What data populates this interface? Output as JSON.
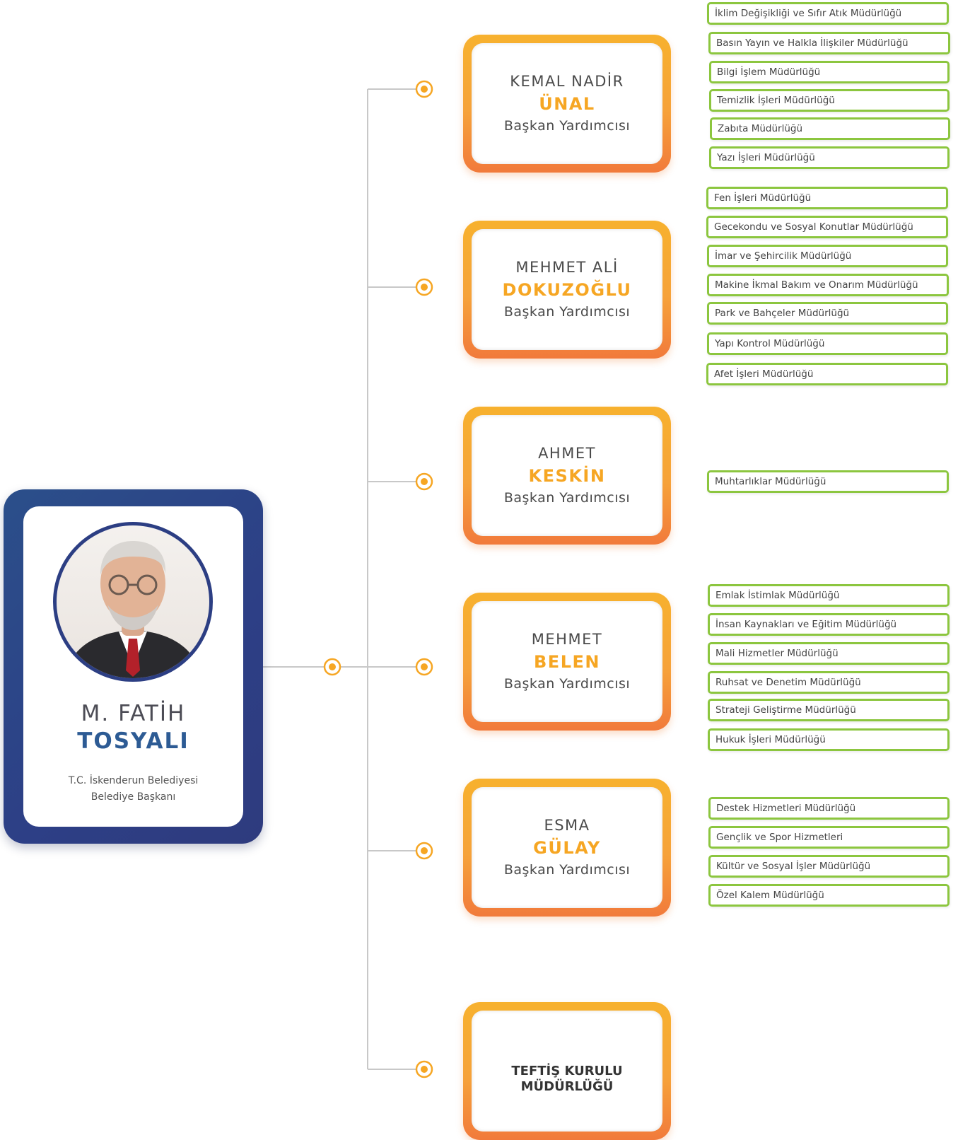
{
  "mayor": {
    "first_name": "M. FATİH",
    "last_name": "TOSYALI",
    "organization": "T.C. İskenderun Belediyesi",
    "role": "Belediye Başkanı"
  },
  "colors": {
    "connector_line": "#c8c8c8",
    "connector_node": "#f6a623",
    "mayor_frame": "#2d3f86",
    "deputy_frame": "#f6a623",
    "directorate_border": "#8cc63f",
    "name_highlight": "#f6a623",
    "mayor_surname": "#2d5b94"
  },
  "icons": {
    "connector": "orange-dot-node-icon",
    "avatar": "person-portrait-icon"
  },
  "deputies": [
    {
      "first_name": "KEMAL NADİR",
      "last_name": "ÜNAL",
      "title": "Başkan Yardımcısı",
      "directorates": [
        "İklim Değişikliği ve Sıfır Atık Müdürlüğü",
        "Basın Yayın ve Halkla İlişkiler Müdürlüğü",
        "Bilgi İşlem Müdürlüğü",
        "Temizlik İşleri Müdürlüğü",
        "Zabıta Müdürlüğü",
        "Yazı İşleri Müdürlüğü"
      ]
    },
    {
      "first_name": "MEHMET ALİ",
      "last_name": "DOKUZOĞLU",
      "title": "Başkan Yardımcısı",
      "directorates": [
        "Fen İşleri Müdürlüğü",
        "Gecekondu ve Sosyal Konutlar Müdürlüğü",
        "İmar ve Şehircilik Müdürlüğü",
        "Makine İkmal Bakım ve Onarım Müdürlüğü",
        "Park ve Bahçeler Müdürlüğü",
        "Yapı Kontrol Müdürlüğü",
        "Afet İşleri Müdürlüğü"
      ]
    },
    {
      "first_name": "AHMET",
      "last_name": "KESKİN",
      "title": "Başkan Yardımcısı",
      "directorates": [
        "Muhtarlıklar Müdürlüğü"
      ]
    },
    {
      "first_name": "MEHMET",
      "last_name": "BELEN",
      "title": "Başkan Yardımcısı",
      "directorates": [
        "Emlak İstimlak Müdürlüğü",
        "İnsan Kaynakları ve Eğitim Müdürlüğü",
        "Mali Hizmetler Müdürlüğü",
        "Ruhsat ve Denetim Müdürlüğü",
        "Strateji Geliştirme Müdürlüğü",
        "Hukuk İşleri Müdürlüğü"
      ]
    },
    {
      "first_name": "ESMA",
      "last_name": "GÜLAY",
      "title": "Başkan Yardımcısı",
      "directorates": [
        "Destek Hizmetleri Müdürlüğü",
        "Gençlik ve Spor Hizmetleri",
        "Kültür ve Sosyal İşler Müdürlüğü",
        "Özel Kalem Müdürlüğü"
      ]
    }
  ],
  "inspection_board": {
    "line1": "TEFTİŞ KURULU",
    "line2": "MÜDÜRLÜĞÜ"
  }
}
